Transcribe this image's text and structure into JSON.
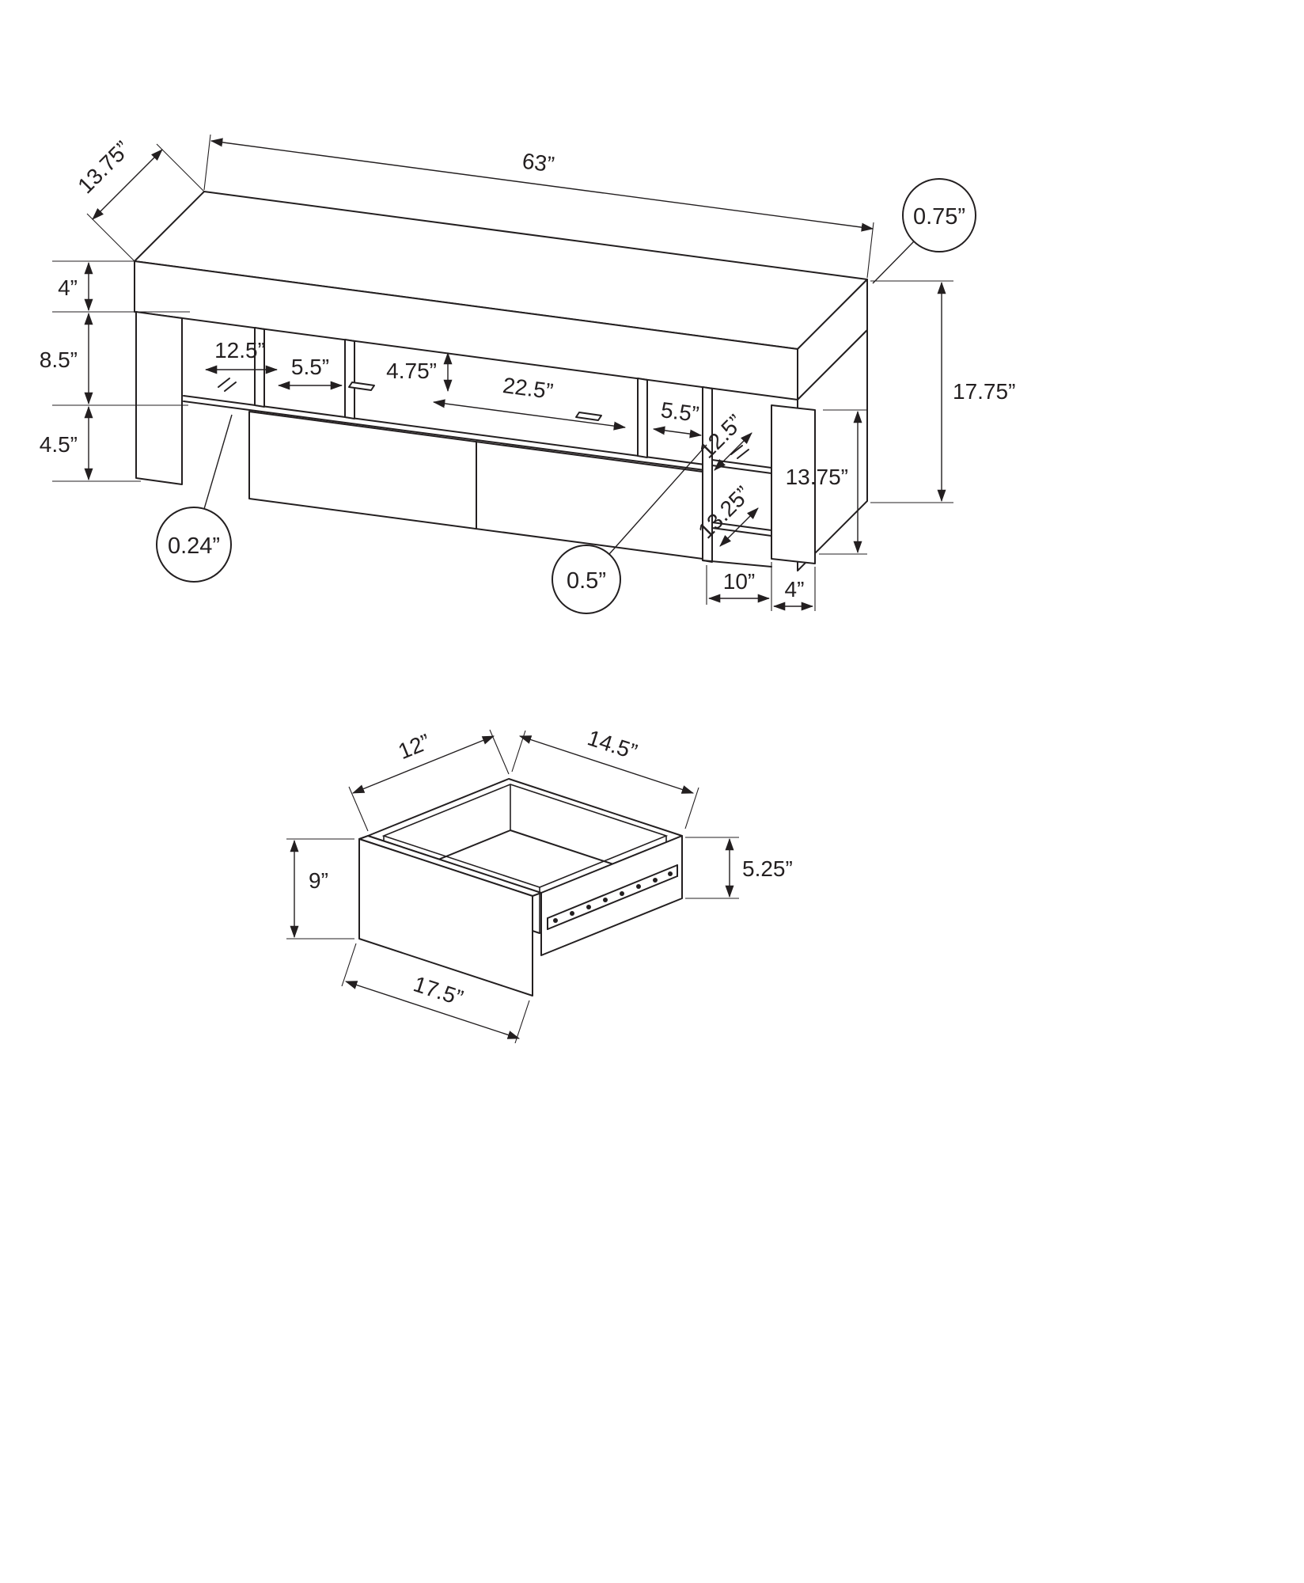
{
  "page": {
    "background": "#ffffff",
    "line_color": "#231f20"
  },
  "stand": {
    "labels": {
      "top_depth": "13.75”",
      "top_width": "63”",
      "top_thickness": "0.75”",
      "h_top": "4”",
      "h_mid": "8.5”",
      "h_bottom": "4.5”",
      "cubby_w": "12.5”",
      "gap_left": "5.5”",
      "shelf_h": "4.75”",
      "drawer_w": "22.5”",
      "gap_right": "5.5”",
      "depth_upper": "12.5”",
      "height_total": "17.75”",
      "height_inner": "13.75”",
      "depth_lower": "13.25”",
      "glass_t": "0.24”",
      "panel_t": "0.5”",
      "leg_d": "10”",
      "leg_w": "4”"
    }
  },
  "drawer": {
    "labels": {
      "inner_w": "12”",
      "depth": "14.5”",
      "front_h": "9”",
      "side_h": "5.25”",
      "front_w": "17.5”"
    }
  }
}
